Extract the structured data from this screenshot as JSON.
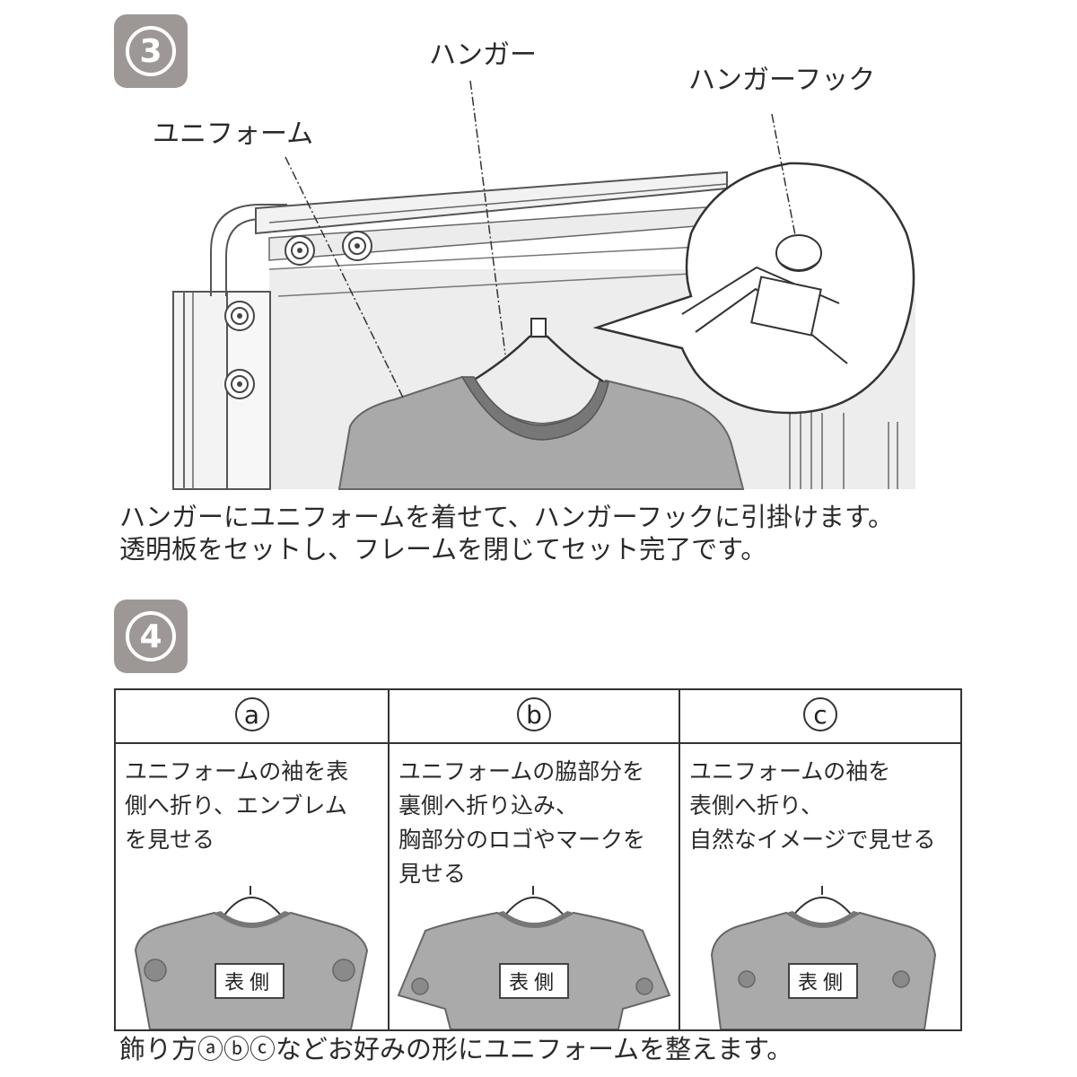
{
  "step3": {
    "badge": "3",
    "labels": {
      "hanger": "ハンガー",
      "hanger_hook": "ハンガーフック",
      "uniform": "ユニフォーム"
    },
    "caption_line1": "ハンガーにユニフォームを着せて、ハンガーフックに引掛けます。",
    "caption_line2": "透明板をセットし、フレームを閉じてセット完了です。"
  },
  "step4": {
    "badge": "4",
    "options": [
      {
        "letter": "a",
        "text": "ユニフォームの袖を表\n側へ折り、エンブレム\nを見せる",
        "label": "表側"
      },
      {
        "letter": "b",
        "text": "ユニフォームの脇部分を\n裏側へ折り込み、\n胸部分のロゴやマークを\n見せる",
        "label": "表側"
      },
      {
        "letter": "c",
        "text": "ユニフォームの袖を\n表側へ折り、\n自然なイメージで見せる",
        "label": "表側"
      }
    ],
    "caption": "飾り方ⓐⓑⓒなどお好みの形にユニフォームを整えます。"
  },
  "colors": {
    "badge": "#9d9895",
    "shirt": "#aaaaaa",
    "collar": "#777777",
    "line": "#333333"
  }
}
